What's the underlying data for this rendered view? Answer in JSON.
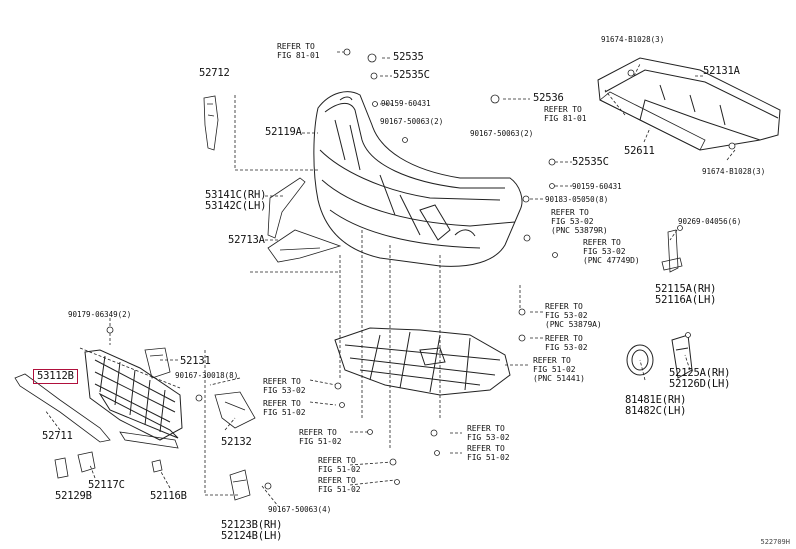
{
  "parts": {
    "p52535": "52535",
    "p52535c_top": "52535C",
    "p52712": "52712",
    "p52119a": "52119A",
    "p52536": "52536",
    "p52535c_mid": "52535C",
    "p53141c": "53141C(RH)",
    "p53142c": "53142C(LH)",
    "p52713a": "52713A",
    "p52131a": "52131A",
    "p52611": "52611",
    "p52115a": "52115A(RH)",
    "p52116a": "52116A(LH)",
    "p52131": "52131",
    "p53112b": "53112B",
    "p52711": "52711",
    "p52132": "52132",
    "p52117c": "52117C",
    "p52129b": "52129B",
    "p52116b": "52116B",
    "p52125a": "52125A(RH)",
    "p52126d": "52126D(LH)",
    "p81481e": "81481E(RH)",
    "p81482c": "81482C(LH)",
    "p52123b": "52123B(RH)",
    "p52124b": "52124B(LH)"
  },
  "fasteners": {
    "f90159_top": "90159-60431",
    "f90167_a": "90167-50063(2)",
    "f90167_b": "90167-50063(2)",
    "f90159_mid": "90159-60431",
    "f90183": "90183-05050(8)",
    "f91674_top": "91674-B1028(3)",
    "f91674_bot": "91674-B1028(3)",
    "f90269": "90269-04056(6)",
    "f90179": "90179-06349(2)",
    "f90167_c": "90167-30018(8)",
    "f90167_d": "90167-50063(4)"
  },
  "refs": {
    "r_top_1": "REFER TO",
    "r_top_2": "FIG 81-01",
    "r_52536_1": "REFER TO",
    "r_52536_2": "FIG 81-01",
    "r_a_1": "REFER TO",
    "r_a_2": "FIG 53-02",
    "r_a_3": "(PNC 53879R)",
    "r_b_1": "REFER TO",
    "r_b_2": "FIG 53-02",
    "r_b_3": "(PNC 47749D)",
    "r_c_1": "REFER TO",
    "r_c_2": "FIG 53-02",
    "r_c_3": "(PNC 53879A)",
    "r_d_1": "REFER TO",
    "r_d_2": "FIG 53-02",
    "r_e_1": "REFER TO",
    "r_e_2": "FIG 51-02",
    "r_e_3": "(PNC 51441)",
    "r_f_1": "REFER TO",
    "r_f_2": "FIG 53-02",
    "r_g_1": "REFER TO",
    "r_g_2": "FIG 51-02",
    "r_h_1": "REFER TO",
    "r_h_2": "FIG 51-02",
    "r_i_1": "REFER TO",
    "r_i_2": "FIG 51-02",
    "r_j_1": "REFER TO",
    "r_j_2": "FIG 51-02",
    "r_k_1": "REFER TO",
    "r_k_2": "FIG 53-02",
    "r_l_1": "REFER TO",
    "r_l_2": "FIG 51-02"
  },
  "footer": {
    "code": "522709H"
  },
  "colors": {
    "highlight": "#b0103c",
    "ink": "#111111"
  }
}
